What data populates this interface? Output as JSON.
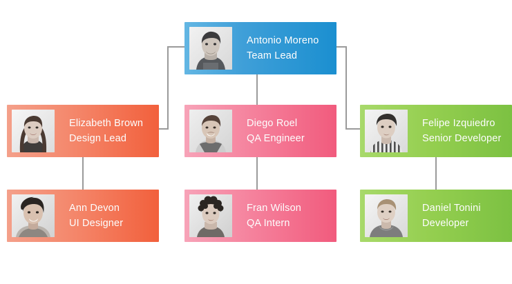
{
  "chart": {
    "type": "org-chart",
    "background_color": "#ffffff",
    "connector_color": "#9a9a9a",
    "text_color": "#ffffff",
    "nodes": [
      {
        "id": "antonio",
        "name": "Antonio Moreno",
        "role": "Team Lead",
        "level": 0,
        "column": "center",
        "color_theme": "blue",
        "accent_color": "#1b8fd0",
        "photo": "portrait-man-beard",
        "reports_to": null
      },
      {
        "id": "elizabeth",
        "name": "Elizabeth Brown",
        "role": "Design Lead",
        "level": 1,
        "column": "left",
        "color_theme": "orange",
        "accent_color": "#f2603c",
        "photo": "portrait-woman-long-hair",
        "reports_to": "antonio"
      },
      {
        "id": "diego",
        "name": "Diego Roel",
        "role": "QA Engineer",
        "level": 1,
        "column": "center",
        "color_theme": "pink",
        "accent_color": "#f15b7d",
        "photo": "portrait-man-short-hair",
        "reports_to": "antonio"
      },
      {
        "id": "felipe",
        "name": "Felipe Izquiedro",
        "role": "Senior Developer",
        "level": 1,
        "column": "right",
        "color_theme": "green",
        "accent_color": "#7cc142",
        "photo": "portrait-man-striped-shirt",
        "reports_to": "antonio"
      },
      {
        "id": "ann",
        "name": "Ann Devon",
        "role": "UI Designer",
        "level": 2,
        "column": "left",
        "color_theme": "orange",
        "accent_color": "#f2603c",
        "photo": "portrait-woman-scarf",
        "reports_to": "elizabeth"
      },
      {
        "id": "fran",
        "name": "Fran Wilson",
        "role": "QA Intern",
        "level": 2,
        "column": "center",
        "color_theme": "pink",
        "accent_color": "#f15b7d",
        "photo": "portrait-man-curly-hair",
        "reports_to": "diego"
      },
      {
        "id": "daniel",
        "name": "Daniel Tonini",
        "role": "Developer",
        "level": 2,
        "column": "right",
        "color_theme": "green",
        "accent_color": "#7cc142",
        "photo": "portrait-man-hoodie",
        "reports_to": "felipe"
      }
    ]
  }
}
